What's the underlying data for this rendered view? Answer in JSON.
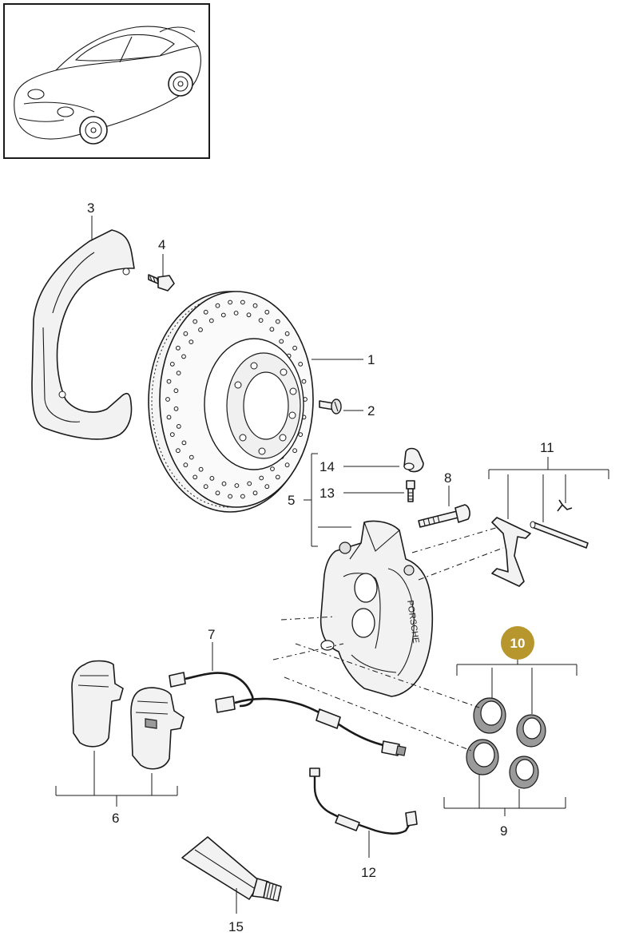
{
  "thumbnail": {
    "icon": "car-coupe-icon"
  },
  "callouts": {
    "c1": "1",
    "c2": "2",
    "c3": "3",
    "c4": "4",
    "c5": "5",
    "c6": "6",
    "c7": "7",
    "c8": "8",
    "c9": "9",
    "c10": "10",
    "c11": "11",
    "c12": "12",
    "c13": "13",
    "c14": "14",
    "c15": "15"
  },
  "caliper_brand": "PORSCHE",
  "colors": {
    "highlight": "#b8962e",
    "line": "#1a1a1a",
    "background": "#ffffff"
  }
}
